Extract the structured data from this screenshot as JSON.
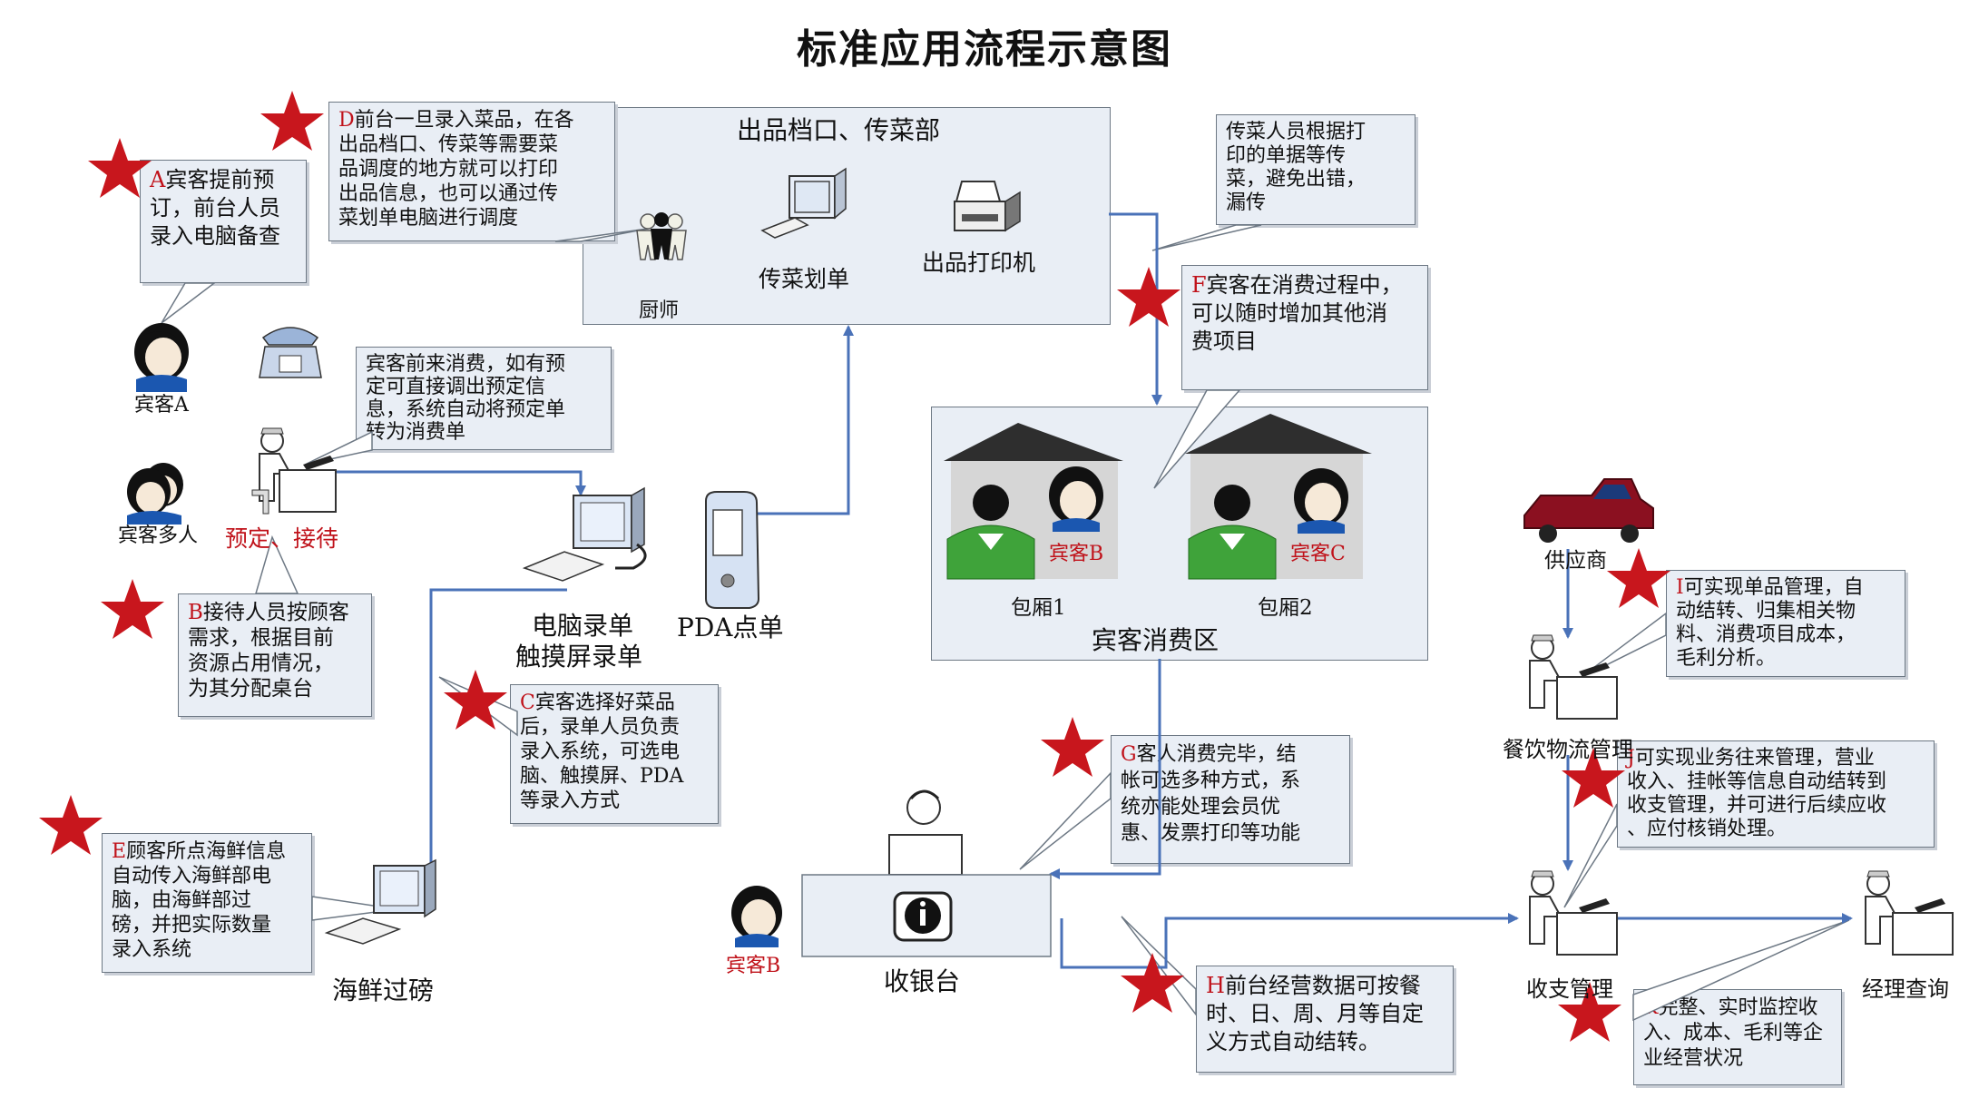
{
  "title": "标准应用流程示意图",
  "panels": {
    "kitchen": "出品档口、传菜部",
    "consumption_area": "宾客消费区"
  },
  "labels": {
    "chef": "厨师",
    "dish_list": "传菜划单",
    "printer": "出品打印机",
    "guest_a": "宾客A",
    "guest_group": "宾客多人",
    "reserve_receive": "预定、接待",
    "pc_order_line1": "电脑录单",
    "pc_order_line2": "触摸屏录单",
    "pda_order": "PDA点单",
    "seafood_scale": "海鲜过磅",
    "room1": "包厢1",
    "room2": "包厢2",
    "guest_b_room1": "宾客B",
    "guest_c_room2": "宾客C",
    "guest_b_cashier": "宾客B",
    "cashier": "收银台",
    "supplier": "供应商",
    "logistics": "餐饮物流管理",
    "revenue": "收支管理",
    "manager_query": "经理查询"
  },
  "callouts": {
    "A": {
      "letter": "A",
      "lines": [
        "宾客提前预",
        "订，前台人员",
        "录入电脑备查"
      ]
    },
    "D": {
      "letter": "D",
      "lines": [
        "前台一旦录入菜品，在各",
        "出品档口、传菜等需要菜",
        "品调度的地方就可以打印",
        "出品信息，也可以通过传",
        "菜划单电脑进行调度"
      ]
    },
    "runner": {
      "letter": "",
      "lines": [
        "传菜人员根据打",
        "印的单据等传",
        "菜，避免出错，",
        "漏传"
      ]
    },
    "F": {
      "letter": "F",
      "lines": [
        "宾客在消费过程中，",
        "可以随时增加其他消",
        "费项目"
      ]
    },
    "reservation": {
      "letter": "",
      "lines": [
        "宾客前来消费，如有预",
        "定可直接调出预定信",
        "息，系统自动将预定单",
        "转为消费单"
      ]
    },
    "B": {
      "letter": "B",
      "lines": [
        "接待人员按顾客",
        "需求，根据目前",
        "资源占用情况，",
        "为其分配桌台"
      ]
    },
    "C": {
      "letter": "C",
      "lines": [
        "宾客选择好菜品",
        "后，录单人员负责",
        "录入系统，可选电",
        "脑、触摸屏、PDA",
        "等录入方式"
      ]
    },
    "E": {
      "letter": "E",
      "lines": [
        "顾客所点海鲜信息",
        "自动传入海鲜部电",
        "脑，由海鲜部过",
        "磅，并把实际数量",
        "录入系统"
      ]
    },
    "G": {
      "letter": "G",
      "lines": [
        "客人消费完毕，结",
        "帐可选多种方式，系",
        "统亦能处理会员优",
        "惠、发票打印等功能"
      ]
    },
    "H": {
      "letter": "H",
      "lines": [
        "前台经营数据可按餐",
        "时、日、周、月等自定",
        "义方式自动结转。"
      ]
    },
    "I": {
      "letter": "I",
      "lines": [
        "可实现单品管理，自",
        "动结转、归集相关物",
        "料、消费项目成本，",
        "毛利分析。"
      ]
    },
    "J": {
      "letter": "J",
      "lines": [
        "可实现业务往来管理，营业",
        "收入、挂帐等信息自动结转到",
        "收支管理，并可进行后续应收",
        "、应付核销处理。"
      ]
    },
    "K": {
      "letter": "K",
      "lines": [
        "完整、实时监控收",
        "入、成本、毛利等企",
        "业经营状况"
      ]
    }
  },
  "colors": {
    "panel_fill": "#e9eef5",
    "panel_border": "#6d7884",
    "arrow": "#4a72b8",
    "star": "#c8161d",
    "accent_text": "#c0121a",
    "house_roof": "#2e2e2e",
    "person_green": "#3fa33a",
    "car": "#8b1020"
  },
  "icons": [
    "star-icon",
    "person-icon",
    "telephone-icon",
    "computer-icon",
    "pda-icon",
    "printer-icon",
    "cashier-icon",
    "car-icon",
    "operator-icon",
    "house-icon"
  ]
}
